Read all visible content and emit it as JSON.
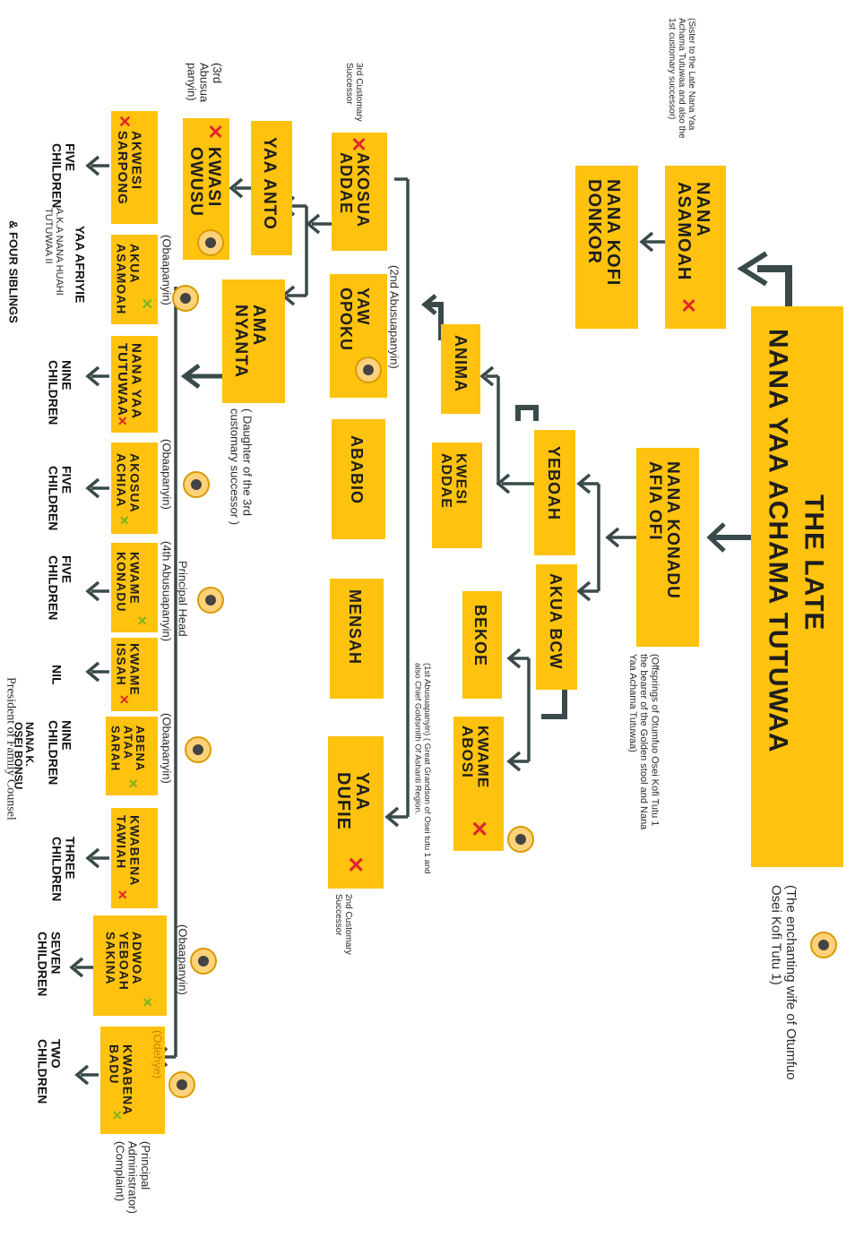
{
  "colors": {
    "box": "#ffc20e",
    "line": "#3a4a4a",
    "deceased_x": "#e0262c",
    "living_tick": "#7ab41e"
  },
  "root": {
    "title_1": "THE LATE",
    "title_2": "NANA YAA ACHAMA TUTUWAA",
    "note": "(The enchanting wife of Otumfuo Osei Kofi Tutu 1)"
  },
  "asamoah": {
    "name": "NANA ASAMOAH",
    "note": "(Sister to the Late Nana Yaa Achama Tutuwaa and also the 1st customary successor)"
  },
  "donkor": {
    "name": "NANA KOFI DONKOR"
  },
  "konadu": {
    "name": "NANA KONADU AFIA OFI",
    "note": "(Offsprings of Otumfuo Osei Kofi Tutu 1 the bearer of the Golden stool and Nana Yaa Achama Tutuwaa)"
  },
  "yeboah": {
    "name": "YEBOAH"
  },
  "akua_bcw": {
    "name": "AKUA BCW"
  },
  "anima": {
    "name": "ANIMA"
  },
  "kwesi_addae": {
    "name": "KWESI ADDAE"
  },
  "bekoe": {
    "name": "BEKOE"
  },
  "kwame_abosi": {
    "name": "KWAME ABOSI",
    "note": "(1st Abusuapanyin) ( Great Grandson of Osei tutu 1 and also Chief Goldsmith Of Ashanti Region."
  },
  "akosua_addae": {
    "name": "AKOSUA ADDAE",
    "note": "3rd Customary Successor"
  },
  "yaw_opoku": {
    "name": "YAW OPOKU",
    "note": "(2nd Abusuapanyin)"
  },
  "ababio": {
    "name": "ABABIO"
  },
  "mensah": {
    "name": "MENSAH"
  },
  "yaa_dufie": {
    "name": "YAA DUFIE",
    "note": "2nd Customary Successor"
  },
  "yaa_anto": {
    "name": "YAA ANTO"
  },
  "ama_nyanta": {
    "name": "AMA NYANTA",
    "note": "( Daughter of the 3rd customary successor )"
  },
  "kwasi_owusu": {
    "name": "KWASI OWUSU",
    "note": "(3rd Abusua panyin)"
  },
  "gen5": [
    {
      "name": "AKWESI SARPONG",
      "role": "",
      "children": "FIVE CHILDREN"
    },
    {
      "name": "AKUA ASAMOAH",
      "role": "(Obaapanyin)",
      "children": "YAA AFRIYIE",
      "children_note": "A.K.A NANA HUAHI TUTUWAA II",
      "children_2": "& FOUR SIBLINGS"
    },
    {
      "name": "NANA YAA TUTUWAA",
      "role": "",
      "children": "NINE CHILDREN"
    },
    {
      "name": "AKOSUA ACHIAA",
      "role": "(Obaapanyin)",
      "children": "FIVE CHILDREN"
    },
    {
      "name": "KWAME KONADU",
      "role": "(4th Abusuapanyin)",
      "children": "FIVE CHILDREN"
    },
    {
      "name": "KWAME ISSAH",
      "role": "Principal Head",
      "children": "NIL"
    },
    {
      "name": "ABENA ATAA SARAH",
      "role": "(Obaapanyin)",
      "children": "NINE CHILDREN",
      "children_note": "NANA K. OSEI BONSU",
      "children_2": "President of Family Counsel"
    },
    {
      "name": "KWABENA TAWIAH",
      "role": "",
      "children": "THREE CHILDREN"
    },
    {
      "name": "ADWOA YEBOAH SAKINA",
      "role": "(Obaapanyin)",
      "children": "SEVEN CHILDREN"
    },
    {
      "name": "KWABENA BADU",
      "role": "(Odehye)",
      "children": "TWO CHILDREN",
      "note": "(Principal Administrator) (Complaint)"
    }
  ]
}
